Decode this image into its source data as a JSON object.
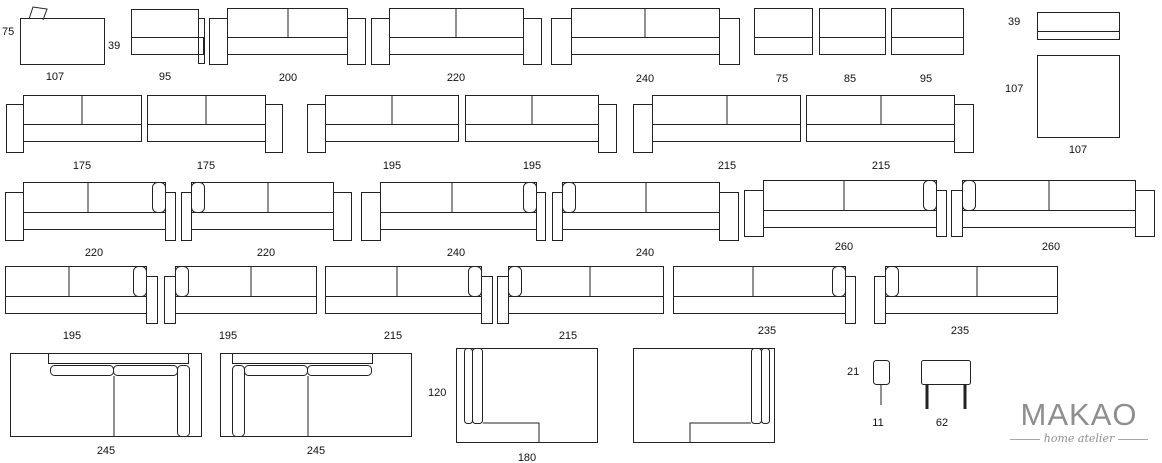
{
  "dimension_labels": {
    "footstool_height": "75",
    "footstool_seat_height": "39",
    "footstool_width": "107",
    "r1_w95": "95",
    "r1_w200": "200",
    "r1_w220": "220",
    "r1_w240": "240",
    "mod_75": "75",
    "mod_85": "85",
    "mod_95": "95",
    "pouf_height": "39",
    "pouf_depth": "107",
    "pouf_width": "107",
    "r2_175a": "175",
    "r2_175b": "175",
    "r2_195a": "195",
    "r2_195b": "195",
    "r2_215a": "215",
    "r2_215b": "215",
    "r3_220a": "220",
    "r3_220b": "220",
    "r3_240a": "240",
    "r3_240b": "240",
    "r3_260a": "260",
    "r3_260b": "260",
    "r4_195a": "195",
    "r4_195b": "195",
    "r4_215a": "215",
    "r4_215b": "215",
    "r4_235a": "235",
    "r4_235b": "235",
    "plan_245a": "245",
    "plan_245b": "245",
    "corner_depth": "120",
    "corner_width": "180",
    "headrest_height": "21",
    "headrest_width": "11",
    "table_width": "62"
  },
  "logo": {
    "brand": "MAKAO",
    "tagline": "home atelier"
  },
  "colors": {
    "line": "#222222",
    "logo": "#8e8e8e"
  }
}
